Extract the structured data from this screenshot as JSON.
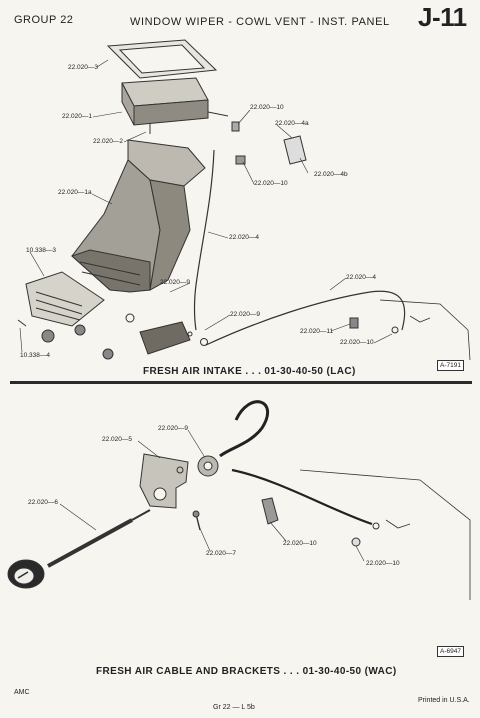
{
  "header": {
    "group": "GROUP 22",
    "title": "WINDOW WIPER - COWL VENT - INST. PANEL",
    "page_code": "J-11"
  },
  "figure1": {
    "caption": "FRESH AIR INTAKE . . . 01-30-40-50 (LAC)",
    "ref": "A-7191",
    "callouts": {
      "c1": "22.020—3",
      "c2": "22.020—1",
      "c3": "22.020—2",
      "c4": "22.020—10",
      "c5": "22.020—4a",
      "c6": "22.020—4b",
      "c7": "22.020—10",
      "c8": "22.020—1a",
      "c9": "22.020—4",
      "c10": "10.338—3",
      "c11": "22.020—9",
      "c12": "22.020—4",
      "c13": "22.020—9",
      "c14": "22.020—11",
      "c15": "22.020—10",
      "c16": "10.338—4"
    }
  },
  "figure2": {
    "caption": "FRESH AIR CABLE AND BRACKETS . . . 01-30-40-50 (WAC)",
    "ref": "A-6947",
    "callouts": {
      "c1": "22.020—9",
      "c2": "22.020—5",
      "c3": "22.020—6",
      "c4": "22.020—7",
      "c5": "22.020—10",
      "c6": "22.020—10"
    }
  },
  "footer": {
    "left": "AMC",
    "middle": "Gr 22 — L 5b",
    "right": "Printed in U.S.A."
  }
}
